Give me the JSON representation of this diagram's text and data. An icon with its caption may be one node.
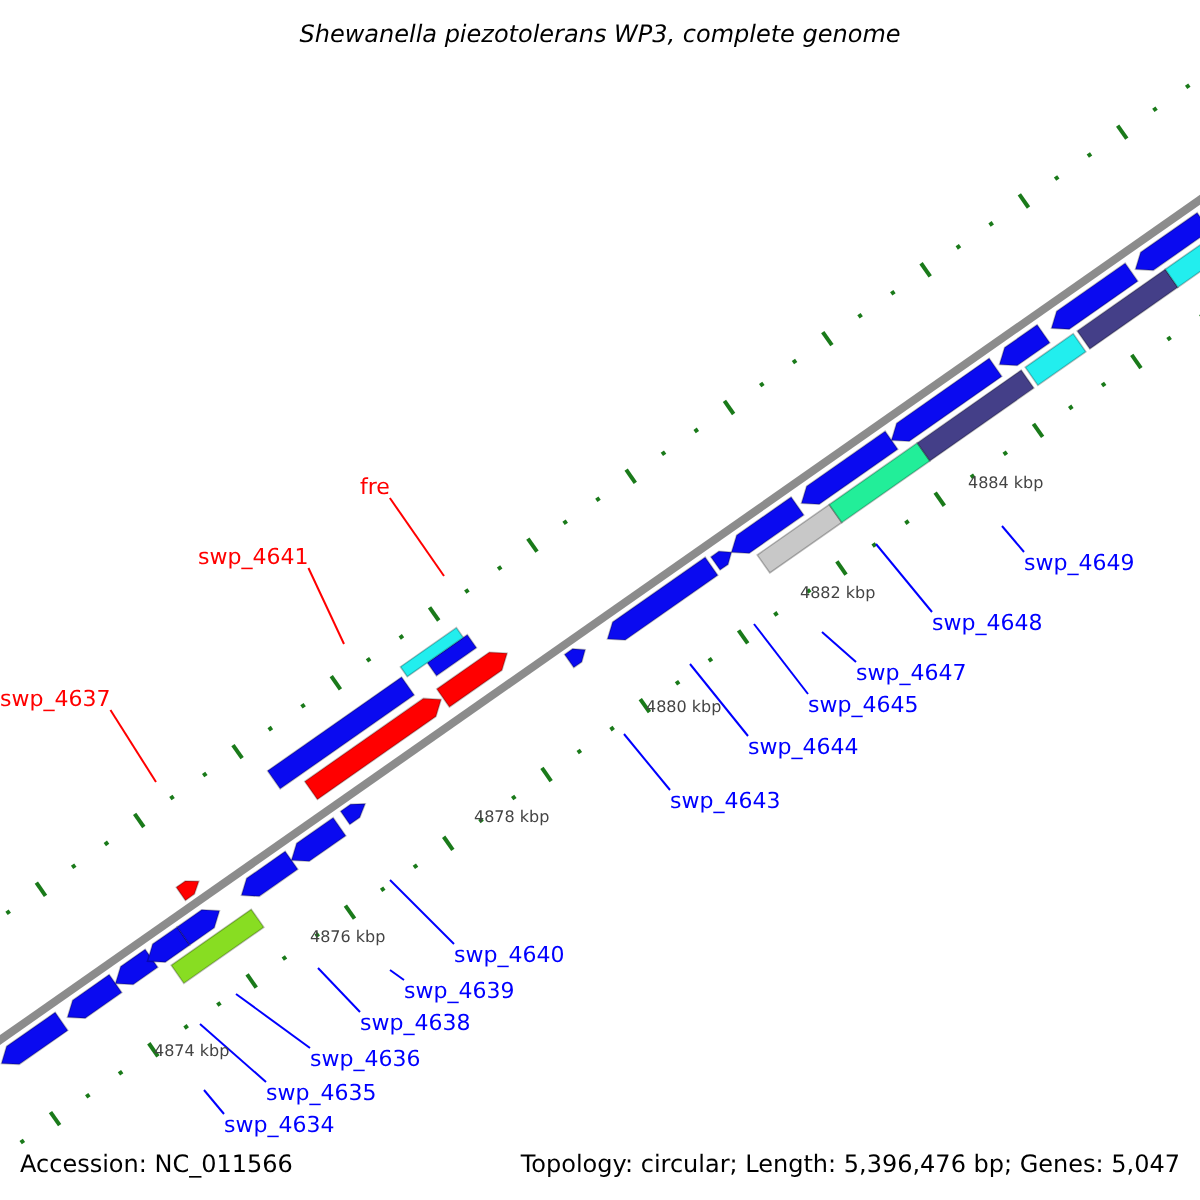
{
  "diagram": {
    "title": "Shewanella piezotolerans WP3, complete genome",
    "nodes": [
      {
        "text": [
          "fre"
        ]
      },
      {
        "text": [
          "swp_4641"
        ]
      },
      {
        "text": [
          "swp_4649"
        ]
      },
      {
        "text": [
          "swp_4648"
        ]
      },
      {
        "text": [
          "swp_4647"
        ]
      },
      {
        "text": [
          "swp_4637"
        ]
      },
      {
        "text": [
          "swp_4645"
        ]
      },
      {
        "text": [
          "swp_4644"
        ]
      },
      {
        "text": [
          "swp_4643"
        ]
      },
      {
        "text": [
          "swp_4640"
        ]
      },
      {
        "text": [
          "swp_4639"
        ]
      },
      {
        "text": [
          "swp_4638"
        ]
      },
      {
        "text": [
          "swp_4636"
        ]
      },
      {
        "text": [
          "swp_4635"
        ]
      },
      {
        "text": [
          "swp_4634"
        ]
      }
    ],
    "edges": [
      {
        "from": 0,
        "to": null,
        "arrow": "none",
        "color": "#ff0000"
      },
      {
        "from": 1,
        "to": null,
        "arrow": "none",
        "color": "#ff0000"
      },
      {
        "from": 2,
        "to": null,
        "arrow": "none"
      },
      {
        "from": 3,
        "to": null,
        "arrow": "none"
      },
      {
        "from": 4,
        "to": null,
        "arrow": "none"
      },
      {
        "from": 5,
        "to": null,
        "arrow": "none",
        "color": "#ff0000"
      },
      {
        "from": 6,
        "to": null,
        "arrow": "none"
      },
      {
        "from": 7,
        "to": null,
        "arrow": "none"
      },
      {
        "from": 8,
        "to": null,
        "arrow": "none"
      },
      {
        "from": 9,
        "to": null,
        "arrow": "none"
      },
      {
        "from": 10,
        "to": null,
        "arrow": "none"
      },
      {
        "from": 11,
        "to": null,
        "arrow": "none"
      },
      {
        "from": 12,
        "to": null,
        "arrow": "none"
      },
      {
        "from": 13,
        "to": null,
        "arrow": "none"
      },
      {
        "from": 14,
        "to": null,
        "arrow": "none"
      }
    ],
    "labels": [
      "4884 kbp",
      "4882 kbp",
      "4880 kbp",
      "4878 kbp",
      "4876 kbp",
      "4874 kbp",
      "Accession: NC_011566",
      "Topology: circular; Length: 5,396,476 bp; Genes: 5,047"
    ]
  }
}
